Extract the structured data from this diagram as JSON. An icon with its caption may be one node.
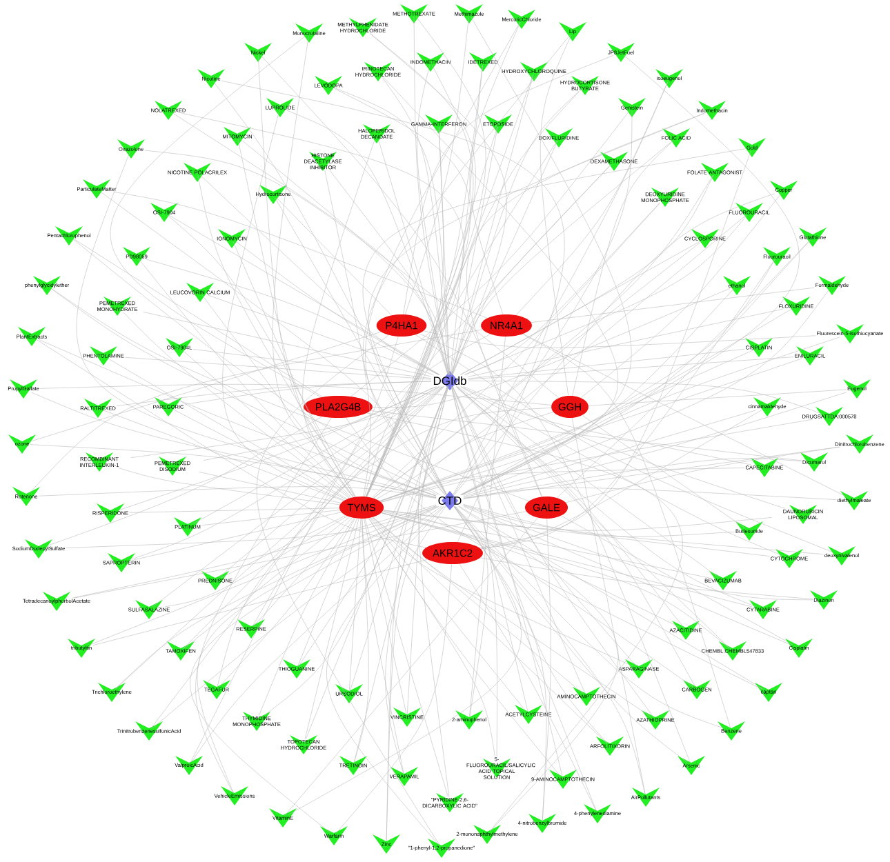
{
  "diagram": {
    "nodes": [
      {
        "text": [
          "P4HA1"
        ]
      },
      {
        "text": [
          "NR4A1"
        ]
      },
      {
        "text": [
          "PLA2G4B"
        ]
      },
      {
        "text": [
          "GGH"
        ]
      },
      {
        "text": [
          "TYMS"
        ]
      },
      {
        "text": [
          "GALE"
        ]
      },
      {
        "text": [
          "AKR1C2"
        ]
      },
      {
        "text": [
          "DGIdb"
        ]
      },
      {
        "text": [
          "CTD"
        ]
      },
      {
        "text": [
          "METHOTREXATE"
        ]
      },
      {
        "text": [
          "Methimazole"
        ]
      },
      {
        "text": [
          "MercuricChloride"
        ]
      },
      {
        "text": [
          "METHYLPHENIDATE HYDROCHLORIDE"
        ]
      },
      {
        "text": [
          "Monocrotaline"
        ]
      },
      {
        "text": [
          "Nickel"
        ]
      },
      {
        "text": [
          "Nicotine"
        ]
      },
      {
        "text": [
          "LEVODOPA"
        ]
      },
      {
        "text": [
          "IRINOTECAN HYDROCHLORIDE"
        ]
      },
      {
        "text": [
          "INDOMETHACIN"
        ]
      },
      {
        "text": [
          "IDETREXED"
        ]
      },
      {
        "text": [
          "HYDROXYCHLOROQUINE"
        ]
      },
      {
        "text": [
          "HYDROCORTISONE BUTYRATE"
        ]
      },
      {
        "text": [
          "Lip"
        ]
      },
      {
        "text": [
          "JP8JetFuel"
        ]
      },
      {
        "text": [
          "isoeugenol"
        ]
      },
      {
        "text": [
          "Genistein"
        ]
      },
      {
        "text": [
          "Indomethacin"
        ]
      },
      {
        "text": [
          "GAMMA-INTERFERON"
        ]
      },
      {
        "text": [
          "ETOPOSIDE"
        ]
      },
      {
        "text": [
          "DOXIFLURIDINE"
        ]
      },
      {
        "text": [
          "FOLIC ACID"
        ]
      },
      {
        "text": [
          "Gold"
        ]
      },
      {
        "text": [
          "FOLATE ANTAGONIST"
        ]
      },
      {
        "text": [
          "DEXAMETHASONE"
        ]
      },
      {
        "text": [
          "HALOPERIDOL DECANOATE"
        ]
      },
      {
        "text": [
          "HISTONE DEACETYLASE INHIBITOR"
        ]
      },
      {
        "text": [
          "LUPROLIDE"
        ]
      },
      {
        "text": [
          "MITOMYCIN"
        ]
      },
      {
        "text": [
          "NOLATREXED"
        ]
      },
      {
        "text": [
          "Oxazolone"
        ]
      },
      {
        "text": [
          "NICOTINE POLACRILEX"
        ]
      },
      {
        "text": [
          "Hydrocortisone"
        ]
      },
      {
        "text": [
          "ParticulateMatter"
        ]
      },
      {
        "text": [
          "OSI-7904"
        ]
      },
      {
        "text": [
          "IONOMYCIN"
        ]
      },
      {
        "text": [
          "Pentachlorophenol"
        ]
      },
      {
        "text": [
          "PD98059"
        ]
      },
      {
        "text": [
          "phenylglycidylether"
        ]
      },
      {
        "text": [
          "LEUCOVORIN CALCIUM"
        ]
      },
      {
        "text": [
          "PEMETREXED MONOHYDRATE"
        ]
      },
      {
        "text": [
          "PlantExtracts"
        ]
      },
      {
        "text": [
          "OSI-7904L"
        ]
      },
      {
        "text": [
          "PHENTOLAMINE"
        ]
      },
      {
        "text": [
          "PropylGallate"
        ]
      },
      {
        "text": [
          "RALTITREXED"
        ]
      },
      {
        "text": [
          "PAREGORIC"
        ]
      },
      {
        "text": [
          "ozone"
        ]
      },
      {
        "text": [
          "RECOMBINANT INTERLEUKIN-1"
        ]
      },
      {
        "text": [
          "PEMETREXED DISODIUM"
        ]
      },
      {
        "text": [
          "Rotenone"
        ]
      },
      {
        "text": [
          "RISPERIDONE"
        ]
      },
      {
        "text": [
          "PLATINUM"
        ]
      },
      {
        "text": [
          "SodiumDodecylSulfate"
        ]
      },
      {
        "text": [
          "SAPROPTERIN"
        ]
      },
      {
        "text": [
          "PREDNISONE"
        ]
      },
      {
        "text": [
          "TetradecanoylphorbolAcetate"
        ]
      },
      {
        "text": [
          "SULFASALAZINE"
        ]
      },
      {
        "text": [
          "RESERPINE"
        ]
      },
      {
        "text": [
          "tributyltin"
        ]
      },
      {
        "text": [
          "TAMOXIFEN"
        ]
      },
      {
        "text": [
          "THIOGUANINE"
        ]
      },
      {
        "text": [
          "Trichloroethylene"
        ]
      },
      {
        "text": [
          "TEGAFUR"
        ]
      },
      {
        "text": [
          "THYMIDINE MONOPHOSPHATE"
        ]
      },
      {
        "text": [
          "TrinitrobenzenesulfonicAcid"
        ]
      },
      {
        "text": [
          "URSODIOL"
        ]
      },
      {
        "text": [
          "TOPOTECAN HYDROCHLORIDE"
        ]
      },
      {
        "text": [
          "VINCRISTINE"
        ]
      },
      {
        "text": [
          "ValproicAcid"
        ]
      },
      {
        "text": [
          "TRETINOIN"
        ]
      },
      {
        "text": [
          "VERAPAMIL"
        ]
      },
      {
        "text": [
          "VehicleEmissions"
        ]
      },
      {
        "text": [
          "VitaminE"
        ]
      },
      {
        "text": [
          "Warfarin"
        ]
      },
      {
        "text": [
          "Zinc"
        ]
      },
      {
        "text": [
          "\"1-phenyl-1,2-propanedione\""
        ]
      },
      {
        "text": [
          "\"PYRIDINE-2,6-DICARBOXYLIC ACID\""
        ]
      },
      {
        "text": [
          "2-aminophenol"
        ]
      },
      {
        "text": [
          "5-FLUOROURACIL/SALICYLIC ACID TOPICAL SOLUTION"
        ]
      },
      {
        "text": [
          "ACETYLCYSTEINE"
        ]
      },
      {
        "text": [
          "2-mononaphthylmethylene"
        ]
      },
      {
        "text": [
          "4-nitrobenzylbromide"
        ]
      },
      {
        "text": [
          "9-AMINOCAMPTOTHECIN"
        ]
      },
      {
        "text": [
          "4-phenylenediamine"
        ]
      },
      {
        "text": [
          "AMINOCAMPTOTHECIN"
        ]
      },
      {
        "text": [
          "ARFOLITIXORIN"
        ]
      },
      {
        "text": [
          "AZATHIOPRINE"
        ]
      },
      {
        "text": [
          "AirPollutants"
        ]
      },
      {
        "text": [
          "ASPARAGINASE"
        ]
      },
      {
        "text": [
          "Arsenic"
        ]
      },
      {
        "text": [
          "CARBOGEN"
        ]
      },
      {
        "text": [
          "Benzene"
        ]
      },
      {
        "text": [
          "AZACITIDINE"
        ]
      },
      {
        "text": [
          "CHEMBL:CHEMBL547833"
        ]
      },
      {
        "text": [
          "captan"
        ]
      },
      {
        "text": [
          "CYTARABINE"
        ]
      },
      {
        "text": [
          "Cisplatin"
        ]
      },
      {
        "text": [
          "Diazinon"
        ]
      },
      {
        "text": [
          "BEVACIZUMAB"
        ]
      },
      {
        "text": [
          "CYTOCHROME"
        ]
      },
      {
        "text": [
          "Budesonide"
        ]
      },
      {
        "text": [
          "deoxynivalenol"
        ]
      },
      {
        "text": [
          "DAUNORUBICIN LIPOSOMAL"
        ]
      },
      {
        "text": [
          "diethylmaleate"
        ]
      },
      {
        "text": [
          "CAPECITABINE"
        ]
      },
      {
        "text": [
          "Dicumarol"
        ]
      },
      {
        "text": [
          "Dinitrochlorobenzene"
        ]
      },
      {
        "text": [
          "cinnamaldehyde"
        ]
      },
      {
        "text": [
          "DRUGSATTDA:000578"
        ]
      },
      {
        "text": [
          "Eugenol"
        ]
      },
      {
        "text": [
          "CISPLATIN"
        ]
      },
      {
        "text": [
          "ENILURACIL"
        ]
      },
      {
        "text": [
          "Fluorescein-5-isothiocyanate"
        ]
      },
      {
        "text": [
          "FLOXURIDINE"
        ]
      },
      {
        "text": [
          "Formaldehyde"
        ]
      },
      {
        "text": [
          "ethanol"
        ]
      },
      {
        "text": [
          "Glutathione"
        ]
      },
      {
        "text": [
          "Fluorouracil"
        ]
      },
      {
        "text": [
          "CYCLOSPORINE"
        ]
      },
      {
        "text": [
          "FLUOROURACIL"
        ]
      },
      {
        "text": [
          "Copper"
        ]
      },
      {
        "text": [
          "DEOXYURIDINE MONOPHOSPHATE"
        ]
      }
    ],
    "edges": [
      {
        "from": 9,
        "to": 7,
        "arrow": "none"
      },
      {
        "from": 9,
        "to": 4,
        "arrow": "none"
      },
      {
        "from": 10,
        "to": 8,
        "arrow": "none"
      },
      {
        "from": 10,
        "to": 0,
        "arrow": "none"
      },
      {
        "from": 11,
        "to": 8,
        "arrow": "none"
      },
      {
        "from": 11,
        "to": 1,
        "arrow": "none"
      },
      {
        "from": 12,
        "to": 7,
        "arrow": "none"
      },
      {
        "from": 12,
        "to": 4,
        "arrow": "none"
      },
      {
        "from": 13,
        "to": 8,
        "arrow": "none"
      },
      {
        "from": 13,
        "to": 2,
        "arrow": "none"
      },
      {
        "from": 14,
        "to": 8,
        "arrow": "none"
      },
      {
        "from": 14,
        "to": 5,
        "arrow": "none"
      },
      {
        "from": 15,
        "to": 8,
        "arrow": "none"
      },
      {
        "from": 15,
        "to": 6,
        "arrow": "none"
      },
      {
        "from": 16,
        "to": 7,
        "arrow": "none"
      },
      {
        "from": 16,
        "to": 4,
        "arrow": "none"
      },
      {
        "from": 17,
        "to": 7,
        "arrow": "none"
      },
      {
        "from": 17,
        "to": 4,
        "arrow": "none"
      },
      {
        "from": 18,
        "to": 7,
        "arrow": "none"
      },
      {
        "from": 18,
        "to": 4,
        "arrow": "none"
      },
      {
        "from": 19,
        "to": 7,
        "arrow": "none"
      },
      {
        "from": 19,
        "to": 4,
        "arrow": "none"
      },
      {
        "from": 20,
        "to": 7,
        "arrow": "none"
      },
      {
        "from": 20,
        "to": 4,
        "arrow": "none"
      },
      {
        "from": 21,
        "to": 7,
        "arrow": "none"
      },
      {
        "from": 21,
        "to": 4,
        "arrow": "none"
      },
      {
        "from": 22,
        "to": 8,
        "arrow": "none"
      },
      {
        "from": 22,
        "to": 3,
        "arrow": "none"
      },
      {
        "from": 23,
        "to": 8,
        "arrow": "none"
      },
      {
        "from": 23,
        "to": 0,
        "arrow": "none"
      },
      {
        "from": 24,
        "to": 8,
        "arrow": "none"
      },
      {
        "from": 24,
        "to": 1,
        "arrow": "none"
      },
      {
        "from": 25,
        "to": 8,
        "arrow": "none"
      },
      {
        "from": 25,
        "to": 2,
        "arrow": "none"
      },
      {
        "from": 26,
        "to": 8,
        "arrow": "none"
      },
      {
        "from": 26,
        "to": 5,
        "arrow": "none"
      },
      {
        "from": 27,
        "to": 7,
        "arrow": "none"
      },
      {
        "from": 27,
        "to": 4,
        "arrow": "none"
      },
      {
        "from": 28,
        "to": 7,
        "arrow": "none"
      },
      {
        "from": 28,
        "to": 4,
        "arrow": "none"
      },
      {
        "from": 29,
        "to": 7,
        "arrow": "none"
      },
      {
        "from": 29,
        "to": 4,
        "arrow": "none"
      },
      {
        "from": 30,
        "to": 7,
        "arrow": "none"
      },
      {
        "from": 30,
        "to": 3,
        "arrow": "none"
      },
      {
        "from": 31,
        "to": 8,
        "arrow": "none"
      },
      {
        "from": 31,
        "to": 6,
        "arrow": "none"
      },
      {
        "from": 32,
        "to": 7,
        "arrow": "none"
      },
      {
        "from": 32,
        "to": 4,
        "arrow": "none"
      },
      {
        "from": 33,
        "to": 7,
        "arrow": "none"
      },
      {
        "from": 33,
        "to": 4,
        "arrow": "none"
      },
      {
        "from": 34,
        "to": 7,
        "arrow": "none"
      },
      {
        "from": 34,
        "to": 4,
        "arrow": "none"
      },
      {
        "from": 35,
        "to": 7,
        "arrow": "none"
      },
      {
        "from": 35,
        "to": 4,
        "arrow": "none"
      },
      {
        "from": 36,
        "to": 7,
        "arrow": "none"
      },
      {
        "from": 36,
        "to": 4,
        "arrow": "none"
      },
      {
        "from": 37,
        "to": 7,
        "arrow": "none"
      },
      {
        "from": 37,
        "to": 4,
        "arrow": "none"
      },
      {
        "from": 38,
        "to": 7,
        "arrow": "none"
      },
      {
        "from": 38,
        "to": 4,
        "arrow": "none"
      },
      {
        "from": 39,
        "to": 8,
        "arrow": "none"
      },
      {
        "from": 39,
        "to": 3,
        "arrow": "none"
      },
      {
        "from": 40,
        "to": 7,
        "arrow": "none"
      },
      {
        "from": 40,
        "to": 4,
        "arrow": "none"
      },
      {
        "from": 41,
        "to": 8,
        "arrow": "none"
      },
      {
        "from": 41,
        "to": 0,
        "arrow": "none"
      },
      {
        "from": 42,
        "to": 8,
        "arrow": "none"
      },
      {
        "from": 42,
        "to": 1,
        "arrow": "none"
      },
      {
        "from": 43,
        "to": 7,
        "arrow": "none"
      },
      {
        "from": 43,
        "to": 4,
        "arrow": "none"
      },
      {
        "from": 44,
        "to": 7,
        "arrow": "none"
      },
      {
        "from": 44,
        "to": 4,
        "arrow": "none"
      },
      {
        "from": 45,
        "to": 8,
        "arrow": "none"
      },
      {
        "from": 45,
        "to": 2,
        "arrow": "none"
      },
      {
        "from": 46,
        "to": 7,
        "arrow": "none"
      },
      {
        "from": 46,
        "to": 4,
        "arrow": "none"
      },
      {
        "from": 47,
        "to": 8,
        "arrow": "none"
      },
      {
        "from": 47,
        "to": 5,
        "arrow": "none"
      },
      {
        "from": 48,
        "to": 7,
        "arrow": "none"
      },
      {
        "from": 48,
        "to": 4,
        "arrow": "none"
      },
      {
        "from": 49,
        "to": 7,
        "arrow": "none"
      },
      {
        "from": 49,
        "to": 4,
        "arrow": "none"
      },
      {
        "from": 50,
        "to": 8,
        "arrow": "none"
      },
      {
        "from": 50,
        "to": 6,
        "arrow": "none"
      },
      {
        "from": 51,
        "to": 7,
        "arrow": "none"
      },
      {
        "from": 51,
        "to": 4,
        "arrow": "none"
      },
      {
        "from": 52,
        "to": 7,
        "arrow": "none"
      },
      {
        "from": 52,
        "to": 4,
        "arrow": "none"
      },
      {
        "from": 53,
        "to": 8,
        "arrow": "none"
      },
      {
        "from": 53,
        "to": 3,
        "arrow": "none"
      },
      {
        "from": 54,
        "to": 7,
        "arrow": "none"
      },
      {
        "from": 54,
        "to": 4,
        "arrow": "none"
      },
      {
        "from": 55,
        "to": 7,
        "arrow": "none"
      },
      {
        "from": 55,
        "to": 4,
        "arrow": "none"
      },
      {
        "from": 56,
        "to": 8,
        "arrow": "none"
      },
      {
        "from": 56,
        "to": 0,
        "arrow": "none"
      },
      {
        "from": 57,
        "to": 7,
        "arrow": "none"
      },
      {
        "from": 57,
        "to": 4,
        "arrow": "none"
      },
      {
        "from": 58,
        "to": 7,
        "arrow": "none"
      },
      {
        "from": 58,
        "to": 4,
        "arrow": "none"
      },
      {
        "from": 59,
        "to": 8,
        "arrow": "none"
      },
      {
        "from": 59,
        "to": 1,
        "arrow": "none"
      },
      {
        "from": 60,
        "to": 7,
        "arrow": "none"
      },
      {
        "from": 60,
        "to": 4,
        "arrow": "none"
      },
      {
        "from": 61,
        "to": 7,
        "arrow": "none"
      },
      {
        "from": 61,
        "to": 4,
        "arrow": "none"
      },
      {
        "from": 62,
        "to": 8,
        "arrow": "none"
      },
      {
        "from": 62,
        "to": 2,
        "arrow": "none"
      },
      {
        "from": 63,
        "to": 7,
        "arrow": "none"
      },
      {
        "from": 63,
        "to": 4,
        "arrow": "none"
      },
      {
        "from": 64,
        "to": 7,
        "arrow": "none"
      },
      {
        "from": 64,
        "to": 4,
        "arrow": "none"
      },
      {
        "from": 65,
        "to": 8,
        "arrow": "none"
      },
      {
        "from": 65,
        "to": 5,
        "arrow": "none"
      },
      {
        "from": 66,
        "to": 7,
        "arrow": "none"
      },
      {
        "from": 66,
        "to": 4,
        "arrow": "none"
      },
      {
        "from": 67,
        "to": 7,
        "arrow": "none"
      },
      {
        "from": 67,
        "to": 4,
        "arrow": "none"
      },
      {
        "from": 68,
        "to": 8,
        "arrow": "none"
      },
      {
        "from": 68,
        "to": 6,
        "arrow": "none"
      },
      {
        "from": 69,
        "to": 7,
        "arrow": "none"
      },
      {
        "from": 69,
        "to": 4,
        "arrow": "none"
      },
      {
        "from": 70,
        "to": 7,
        "arrow": "none"
      },
      {
        "from": 70,
        "to": 4,
        "arrow": "none"
      },
      {
        "from": 71,
        "to": 8,
        "arrow": "none"
      },
      {
        "from": 71,
        "to": 3,
        "arrow": "none"
      },
      {
        "from": 72,
        "to": 7,
        "arrow": "none"
      },
      {
        "from": 72,
        "to": 4,
        "arrow": "none"
      },
      {
        "from": 73,
        "to": 7,
        "arrow": "none"
      },
      {
        "from": 73,
        "to": 4,
        "arrow": "none"
      },
      {
        "from": 74,
        "to": 8,
        "arrow": "none"
      },
      {
        "from": 74,
        "to": 0,
        "arrow": "none"
      },
      {
        "from": 75,
        "to": 7,
        "arrow": "none"
      },
      {
        "from": 75,
        "to": 4,
        "arrow": "none"
      },
      {
        "from": 76,
        "to": 7,
        "arrow": "none"
      },
      {
        "from": 76,
        "to": 4,
        "arrow": "none"
      },
      {
        "from": 77,
        "to": 7,
        "arrow": "none"
      },
      {
        "from": 77,
        "to": 4,
        "arrow": "none"
      },
      {
        "from": 78,
        "to": 8,
        "arrow": "none"
      },
      {
        "from": 78,
        "to": 1,
        "arrow": "none"
      },
      {
        "from": 79,
        "to": 7,
        "arrow": "none"
      },
      {
        "from": 79,
        "to": 4,
        "arrow": "none"
      },
      {
        "from": 80,
        "to": 7,
        "arrow": "none"
      },
      {
        "from": 80,
        "to": 4,
        "arrow": "none"
      },
      {
        "from": 81,
        "to": 8,
        "arrow": "none"
      },
      {
        "from": 81,
        "to": 2,
        "arrow": "none"
      },
      {
        "from": 82,
        "to": 8,
        "arrow": "none"
      },
      {
        "from": 82,
        "to": 5,
        "arrow": "none"
      },
      {
        "from": 83,
        "to": 8,
        "arrow": "none"
      },
      {
        "from": 83,
        "to": 6,
        "arrow": "none"
      },
      {
        "from": 84,
        "to": 8,
        "arrow": "none"
      },
      {
        "from": 84,
        "to": 3,
        "arrow": "none"
      },
      {
        "from": 85,
        "to": 8,
        "arrow": "none"
      },
      {
        "from": 85,
        "to": 0,
        "arrow": "none"
      },
      {
        "from": 86,
        "to": 7,
        "arrow": "none"
      },
      {
        "from": 86,
        "to": 4,
        "arrow": "none"
      },
      {
        "from": 87,
        "to": 8,
        "arrow": "none"
      },
      {
        "from": 87,
        "to": 1,
        "arrow": "none"
      },
      {
        "from": 88,
        "to": 7,
        "arrow": "none"
      },
      {
        "from": 88,
        "to": 4,
        "arrow": "none"
      },
      {
        "from": 89,
        "to": 7,
        "arrow": "none"
      },
      {
        "from": 89,
        "to": 4,
        "arrow": "none"
      },
      {
        "from": 90,
        "to": 8,
        "arrow": "none"
      },
      {
        "from": 90,
        "to": 2,
        "arrow": "none"
      },
      {
        "from": 91,
        "to": 8,
        "arrow": "none"
      },
      {
        "from": 91,
        "to": 5,
        "arrow": "none"
      },
      {
        "from": 92,
        "to": 7,
        "arrow": "none"
      },
      {
        "from": 92,
        "to": 4,
        "arrow": "none"
      },
      {
        "from": 93,
        "to": 8,
        "arrow": "none"
      },
      {
        "from": 93,
        "to": 6,
        "arrow": "none"
      },
      {
        "from": 94,
        "to": 7,
        "arrow": "none"
      },
      {
        "from": 94,
        "to": 4,
        "arrow": "none"
      },
      {
        "from": 95,
        "to": 7,
        "arrow": "none"
      },
      {
        "from": 95,
        "to": 4,
        "arrow": "none"
      },
      {
        "from": 96,
        "to": 7,
        "arrow": "none"
      },
      {
        "from": 96,
        "to": 4,
        "arrow": "none"
      },
      {
        "from": 97,
        "to": 8,
        "arrow": "none"
      },
      {
        "from": 97,
        "to": 3,
        "arrow": "none"
      },
      {
        "from": 98,
        "to": 7,
        "arrow": "none"
      },
      {
        "from": 98,
        "to": 4,
        "arrow": "none"
      },
      {
        "from": 99,
        "to": 8,
        "arrow": "none"
      },
      {
        "from": 99,
        "to": 0,
        "arrow": "none"
      },
      {
        "from": 100,
        "to": 7,
        "arrow": "none"
      },
      {
        "from": 100,
        "to": 4,
        "arrow": "none"
      },
      {
        "from": 101,
        "to": 8,
        "arrow": "none"
      },
      {
        "from": 101,
        "to": 1,
        "arrow": "none"
      },
      {
        "from": 102,
        "to": 7,
        "arrow": "none"
      },
      {
        "from": 102,
        "to": 4,
        "arrow": "none"
      },
      {
        "from": 103,
        "to": 7,
        "arrow": "none"
      },
      {
        "from": 103,
        "to": 4,
        "arrow": "none"
      },
      {
        "from": 104,
        "to": 8,
        "arrow": "none"
      },
      {
        "from": 104,
        "to": 2,
        "arrow": "none"
      },
      {
        "from": 105,
        "to": 7,
        "arrow": "none"
      },
      {
        "from": 105,
        "to": 4,
        "arrow": "none"
      },
      {
        "from": 106,
        "to": 8,
        "arrow": "none"
      },
      {
        "from": 106,
        "to": 5,
        "arrow": "none"
      },
      {
        "from": 107,
        "to": 8,
        "arrow": "none"
      },
      {
        "from": 107,
        "to": 6,
        "arrow": "none"
      },
      {
        "from": 108,
        "to": 7,
        "arrow": "none"
      },
      {
        "from": 108,
        "to": 4,
        "arrow": "none"
      },
      {
        "from": 109,
        "to": 7,
        "arrow": "none"
      },
      {
        "from": 109,
        "to": 4,
        "arrow": "none"
      },
      {
        "from": 110,
        "to": 8,
        "arrow": "none"
      },
      {
        "from": 110,
        "to": 3,
        "arrow": "none"
      },
      {
        "from": 111,
        "to": 8,
        "arrow": "none"
      },
      {
        "from": 111,
        "to": 0,
        "arrow": "none"
      },
      {
        "from": 112,
        "to": 7,
        "arrow": "none"
      },
      {
        "from": 112,
        "to": 4,
        "arrow": "none"
      },
      {
        "from": 113,
        "to": 8,
        "arrow": "none"
      },
      {
        "from": 113,
        "to": 1,
        "arrow": "none"
      },
      {
        "from": 114,
        "to": 7,
        "arrow": "none"
      },
      {
        "from": 114,
        "to": 4,
        "arrow": "none"
      },
      {
        "from": 115,
        "to": 8,
        "arrow": "none"
      },
      {
        "from": 115,
        "to": 2,
        "arrow": "none"
      },
      {
        "from": 116,
        "to": 8,
        "arrow": "none"
      },
      {
        "from": 116,
        "to": 5,
        "arrow": "none"
      },
      {
        "from": 117,
        "to": 8,
        "arrow": "none"
      },
      {
        "from": 117,
        "to": 6,
        "arrow": "none"
      },
      {
        "from": 118,
        "to": 7,
        "arrow": "none"
      },
      {
        "from": 118,
        "to": 4,
        "arrow": "none"
      },
      {
        "from": 119,
        "to": 8,
        "arrow": "none"
      },
      {
        "from": 119,
        "to": 3,
        "arrow": "none"
      },
      {
        "from": 120,
        "to": 7,
        "arrow": "none"
      },
      {
        "from": 120,
        "to": 4,
        "arrow": "none"
      },
      {
        "from": 121,
        "to": 7,
        "arrow": "none"
      },
      {
        "from": 121,
        "to": 4,
        "arrow": "none"
      },
      {
        "from": 122,
        "to": 8,
        "arrow": "none"
      },
      {
        "from": 122,
        "to": 0,
        "arrow": "none"
      },
      {
        "from": 123,
        "to": 7,
        "arrow": "none"
      },
      {
        "from": 123,
        "to": 4,
        "arrow": "none"
      },
      {
        "from": 124,
        "to": 8,
        "arrow": "none"
      },
      {
        "from": 124,
        "to": 1,
        "arrow": "none"
      },
      {
        "from": 125,
        "to": 8,
        "arrow": "none"
      },
      {
        "from": 125,
        "to": 2,
        "arrow": "none"
      },
      {
        "from": 126,
        "to": 8,
        "arrow": "none"
      },
      {
        "from": 126,
        "to": 5,
        "arrow": "none"
      },
      {
        "from": 127,
        "to": 8,
        "arrow": "none"
      },
      {
        "from": 127,
        "to": 6,
        "arrow": "none"
      },
      {
        "from": 128,
        "to": 7,
        "arrow": "none"
      },
      {
        "from": 128,
        "to": 4,
        "arrow": "none"
      },
      {
        "from": 129,
        "to": 7,
        "arrow": "none"
      },
      {
        "from": 129,
        "to": 4,
        "arrow": "none"
      },
      {
        "from": 130,
        "to": 8,
        "arrow": "none"
      },
      {
        "from": 130,
        "to": 3,
        "arrow": "none"
      },
      {
        "from": 131,
        "to": 7,
        "arrow": "none"
      },
      {
        "from": 131,
        "to": 4,
        "arrow": "none"
      }
    ]
  }
}
